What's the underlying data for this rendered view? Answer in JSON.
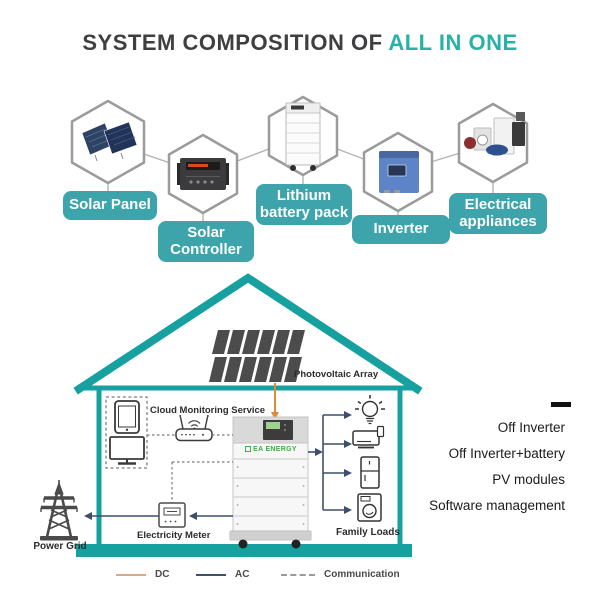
{
  "title": {
    "prefix": "SYSTEM COMPOSITION OF ",
    "highlight": "ALL IN ONE"
  },
  "colors": {
    "teal_structure": "#17a0a0",
    "label_bg": "#3da4ab",
    "title_highlight": "#26b2a6",
    "dc_line": "#d9a97f",
    "dc_arrow": "#e08a3c",
    "ac_line": "#3e4e6d",
    "communication_line": "#9a9a9a"
  },
  "components": [
    {
      "label": "Solar Panel",
      "icon": "solar-panel"
    },
    {
      "label": "Solar\nController",
      "icon": "solar-controller"
    },
    {
      "label": "Lithium\nbattery pack",
      "icon": "lithium-battery-pack"
    },
    {
      "label": "Inverter",
      "icon": "inverter"
    },
    {
      "label": "Electrical\nappliances",
      "icon": "electrical-appliances"
    }
  ],
  "house": {
    "pv_label": "Photovoltaic Array",
    "cloud_label": "Cloud Monitoring Service",
    "meter_label": "Electricity Meter",
    "family_label": "Family Loads",
    "grid_label": "Power Grid",
    "brand": "EA ENERGY"
  },
  "features": [
    "Off Inverter",
    "Off Inverter+battery",
    "PV modules",
    "Software management"
  ],
  "legend": [
    {
      "label": "DC",
      "style": "solid-orange"
    },
    {
      "label": "AC",
      "style": "solid-navy"
    },
    {
      "label": "Communication",
      "style": "dashed-gray"
    }
  ]
}
